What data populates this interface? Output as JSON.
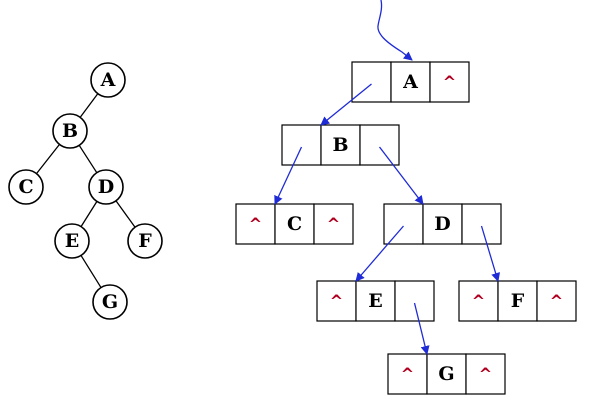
{
  "colors": {
    "pointer": "#1f2bd6",
    "null_mark": "#b00020",
    "stroke": "#000000"
  },
  "null_symbol": "^",
  "tree": {
    "nodes": [
      {
        "id": "A",
        "label": "A"
      },
      {
        "id": "B",
        "label": "B"
      },
      {
        "id": "C",
        "label": "C"
      },
      {
        "id": "D",
        "label": "D"
      },
      {
        "id": "E",
        "label": "E"
      },
      {
        "id": "F",
        "label": "F"
      },
      {
        "id": "G",
        "label": "G"
      }
    ],
    "edges": [
      {
        "from": "A",
        "to": "B"
      },
      {
        "from": "B",
        "to": "C"
      },
      {
        "from": "B",
        "to": "D"
      },
      {
        "from": "D",
        "to": "E"
      },
      {
        "from": "D",
        "to": "F"
      },
      {
        "from": "E",
        "to": "G"
      }
    ]
  },
  "linked": {
    "nodes": [
      {
        "id": "A",
        "data": "A",
        "left": "B",
        "right": null
      },
      {
        "id": "B",
        "data": "B",
        "left": "C",
        "right": "D"
      },
      {
        "id": "C",
        "data": "C",
        "left": null,
        "right": null
      },
      {
        "id": "D",
        "data": "D",
        "left": "E",
        "right": "F"
      },
      {
        "id": "E",
        "data": "E",
        "left": null,
        "right": "G"
      },
      {
        "id": "F",
        "data": "F",
        "left": null,
        "right": null
      },
      {
        "id": "G",
        "data": "G",
        "left": null,
        "right": null
      }
    ]
  }
}
